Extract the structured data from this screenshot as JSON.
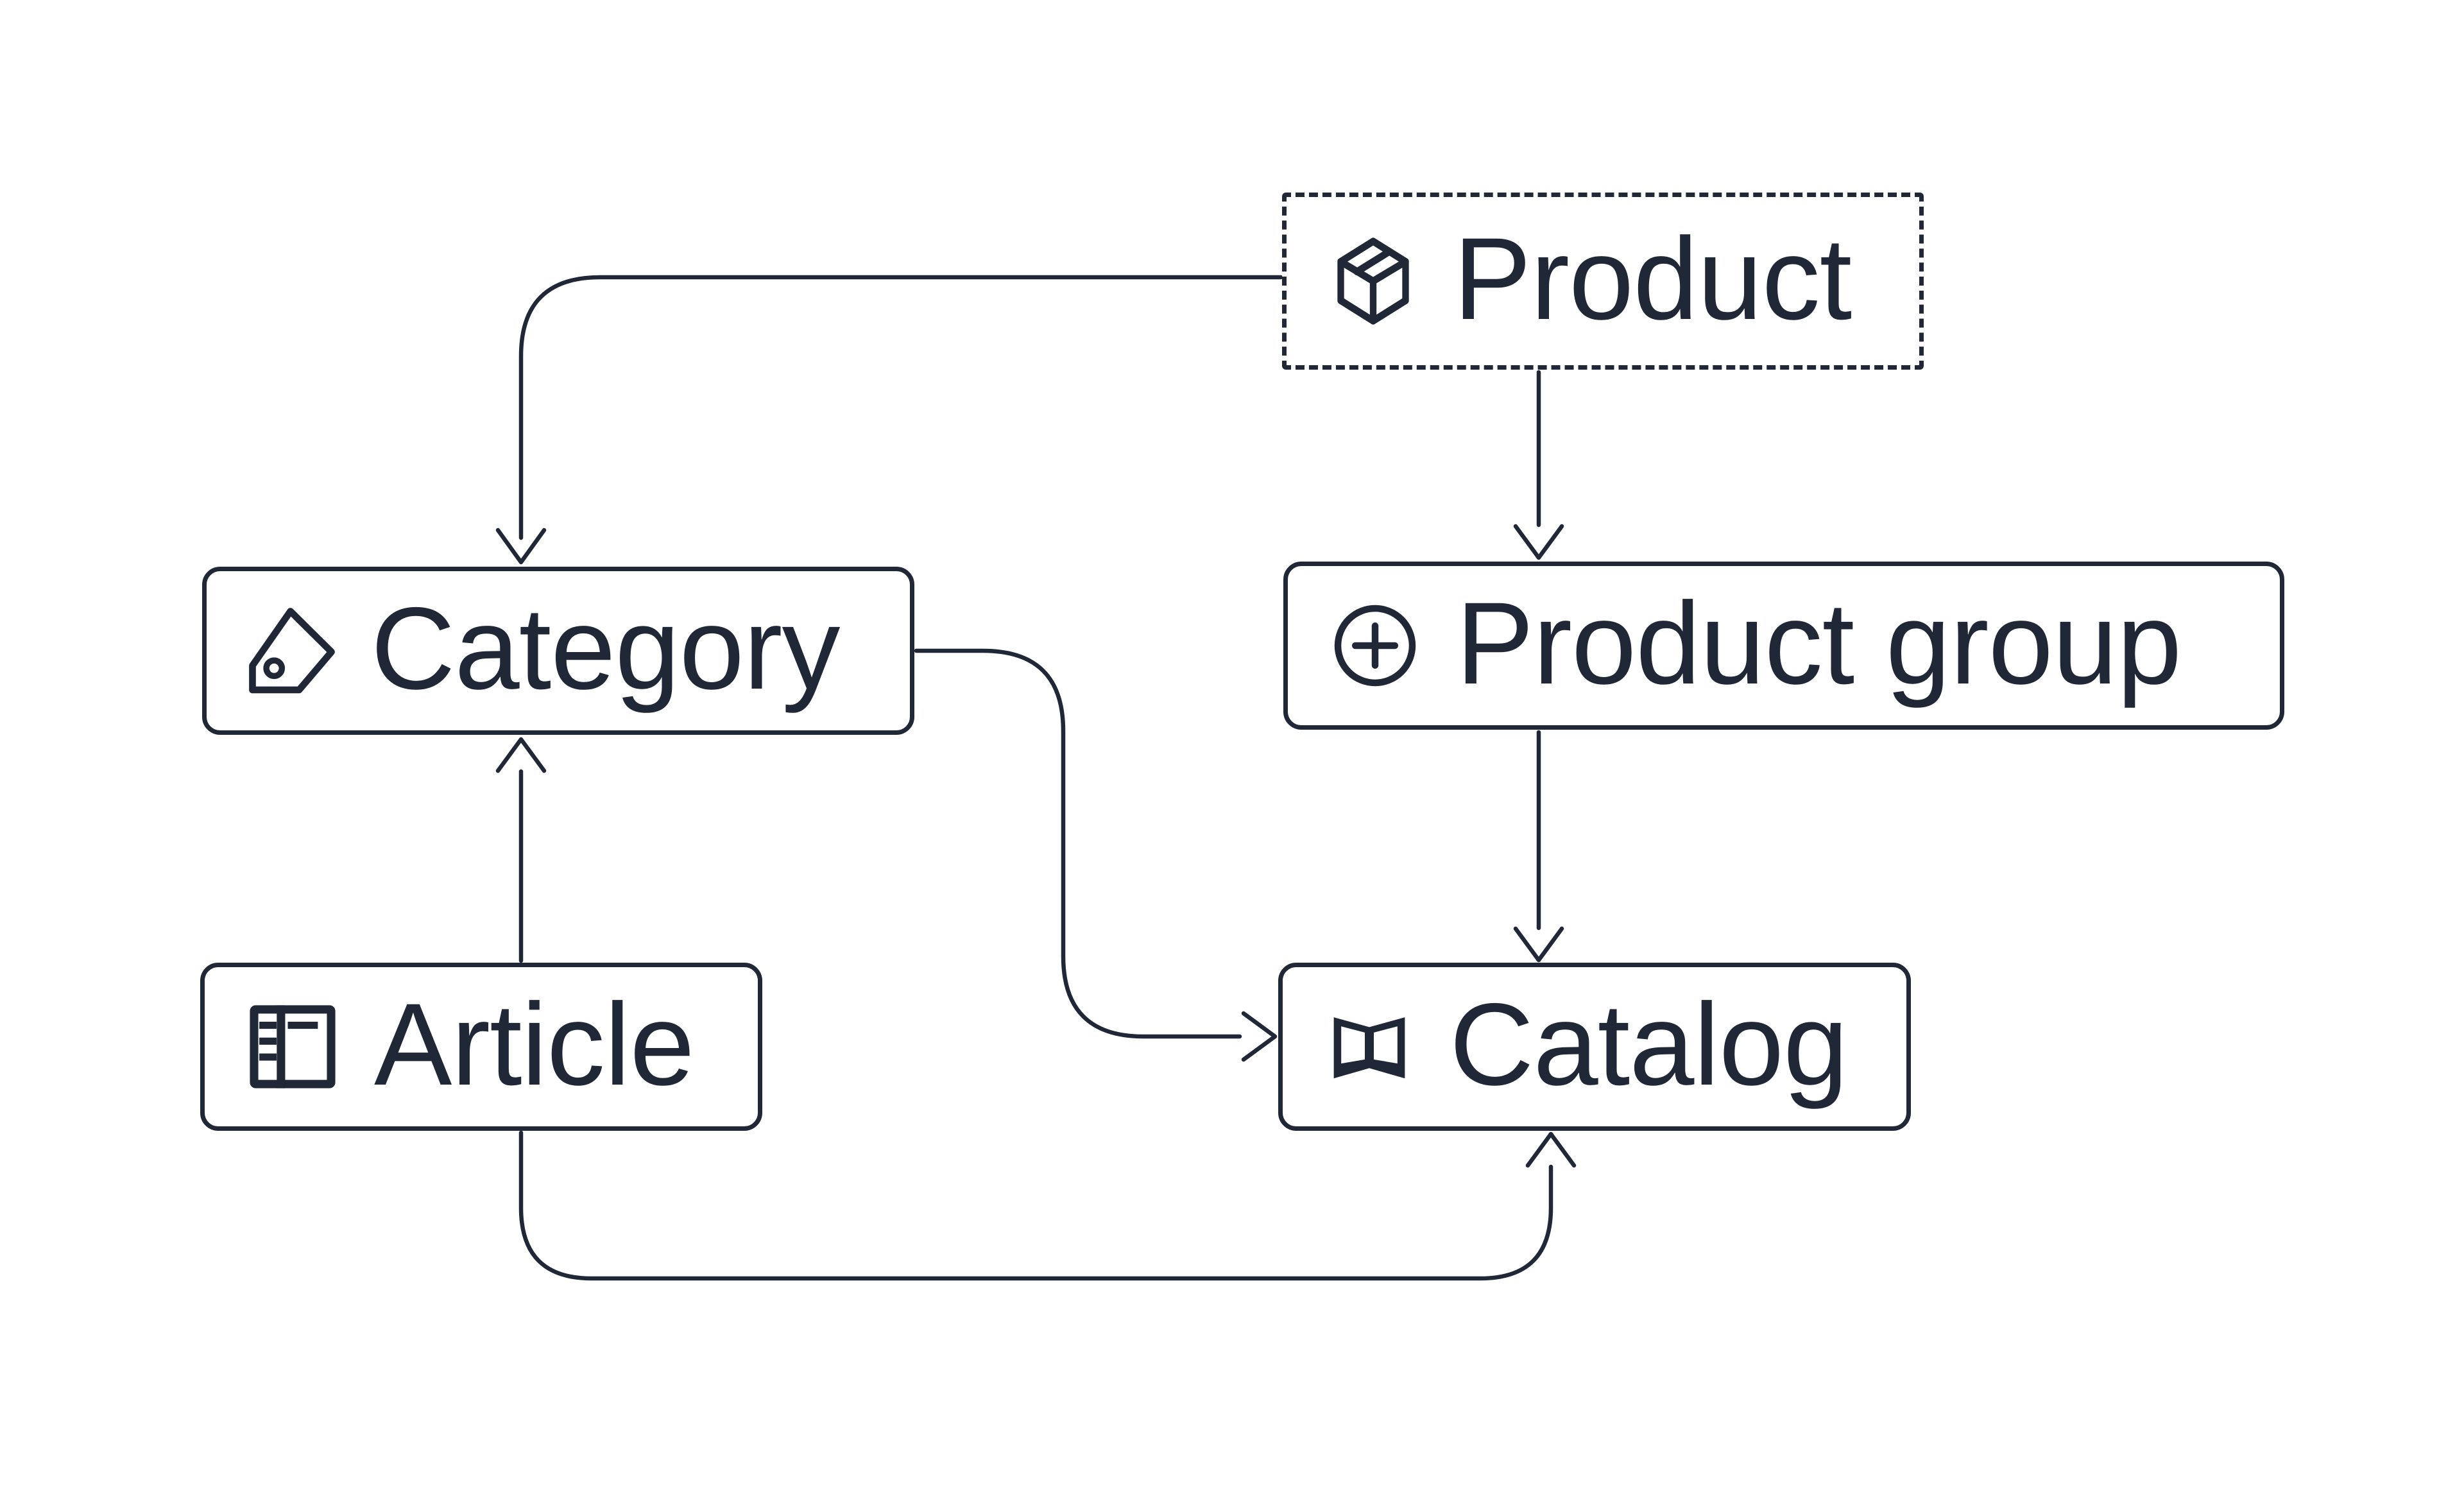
{
  "diagram": {
    "background_color": "#ffffff",
    "ink_color": "#202837",
    "nodes": [
      {
        "id": "product",
        "label": "Product",
        "icon": "package-icon",
        "border_style": "dashed"
      },
      {
        "id": "category",
        "label": "Category",
        "icon": "tag-icon",
        "border_style": "solid"
      },
      {
        "id": "product_group",
        "label": "Product group",
        "icon": "circle-plus-icon",
        "border_style": "solid"
      },
      {
        "id": "article",
        "label": "Article",
        "icon": "layout-article-icon",
        "border_style": "solid"
      },
      {
        "id": "catalog",
        "label": "Catalog",
        "icon": "book-open-icon",
        "border_style": "solid"
      }
    ],
    "edges": [
      {
        "from": "product",
        "to": "category",
        "arrow_at": "category-top"
      },
      {
        "from": "product",
        "to": "product_group",
        "arrow_at": "product-group-top"
      },
      {
        "from": "product_group",
        "to": "catalog",
        "arrow_at": "catalog-top"
      },
      {
        "from": "category",
        "to": "catalog",
        "arrow_at": "catalog-left"
      },
      {
        "from": "article",
        "to": "category",
        "arrow_at": "category-bottom"
      },
      {
        "from": "article",
        "to": "catalog",
        "arrow_at": "catalog-bottom"
      }
    ]
  }
}
